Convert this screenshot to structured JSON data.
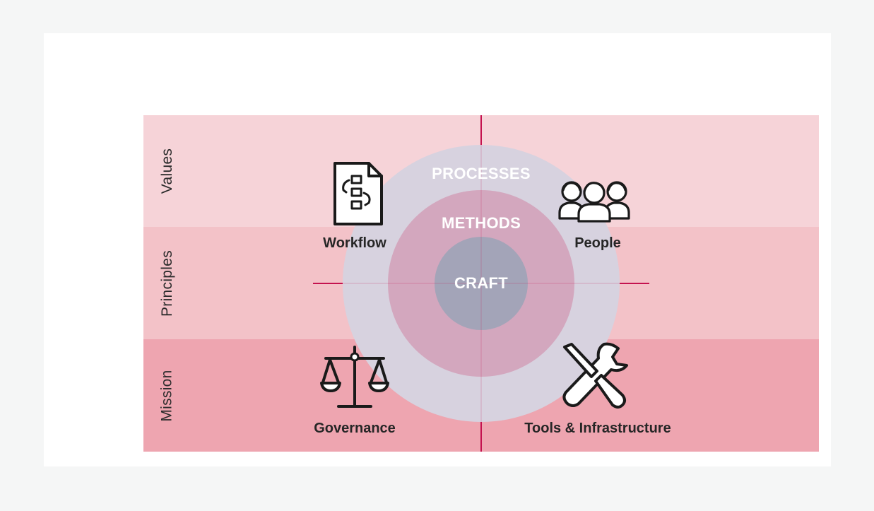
{
  "colors": {
    "values_band": "#f6d3d8",
    "principles_band": "#f3c2c8",
    "mission_band": "#eea5b0",
    "outer_circle": "#d7d2df",
    "middle_circle": "#d3a7be",
    "inner_circle": "#a3a4b8",
    "axis_line": "#c4124f",
    "icon_stroke": "#1a1a1a"
  },
  "bands": {
    "values": "Values",
    "principles": "Principles",
    "mission": "Mission"
  },
  "rings": {
    "outer": "PROCESSES",
    "middle": "METHODS",
    "inner": "CRAFT"
  },
  "quadrants": {
    "top_left": {
      "label": "Workflow",
      "icon": "workflow-document-icon"
    },
    "top_right": {
      "label": "People",
      "icon": "people-group-icon"
    },
    "bottom_left": {
      "label": "Governance",
      "icon": "scales-icon"
    },
    "bottom_right": {
      "label": "Tools & Infrastructure",
      "icon": "wrench-screwdriver-icon"
    }
  }
}
